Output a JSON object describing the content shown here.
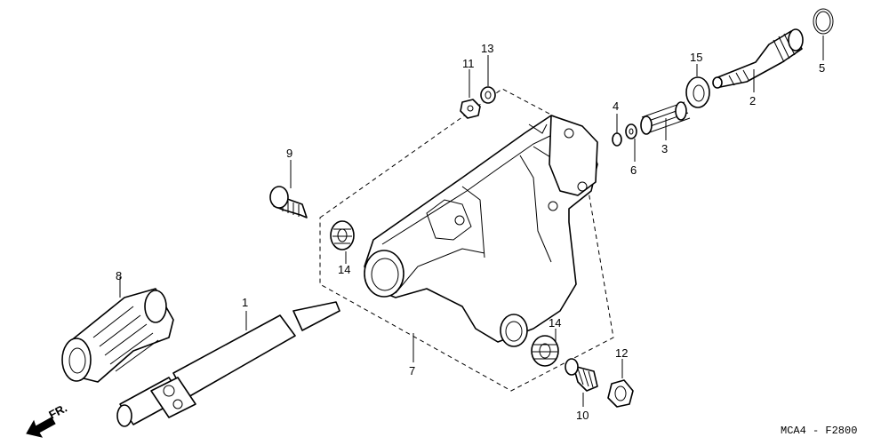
{
  "diagram": {
    "code_label": "MCA4 - F2800",
    "direction_label": "FR.",
    "callouts": {
      "c1": "1",
      "c2": "2",
      "c3": "3",
      "c4": "4",
      "c5": "5",
      "c6": "6",
      "c7": "7",
      "c8": "8",
      "c9": "9",
      "c10": "10",
      "c11": "11",
      "c12": "12",
      "c13": "13",
      "c14a": "14",
      "c14b": "14",
      "c15": "15"
    }
  }
}
